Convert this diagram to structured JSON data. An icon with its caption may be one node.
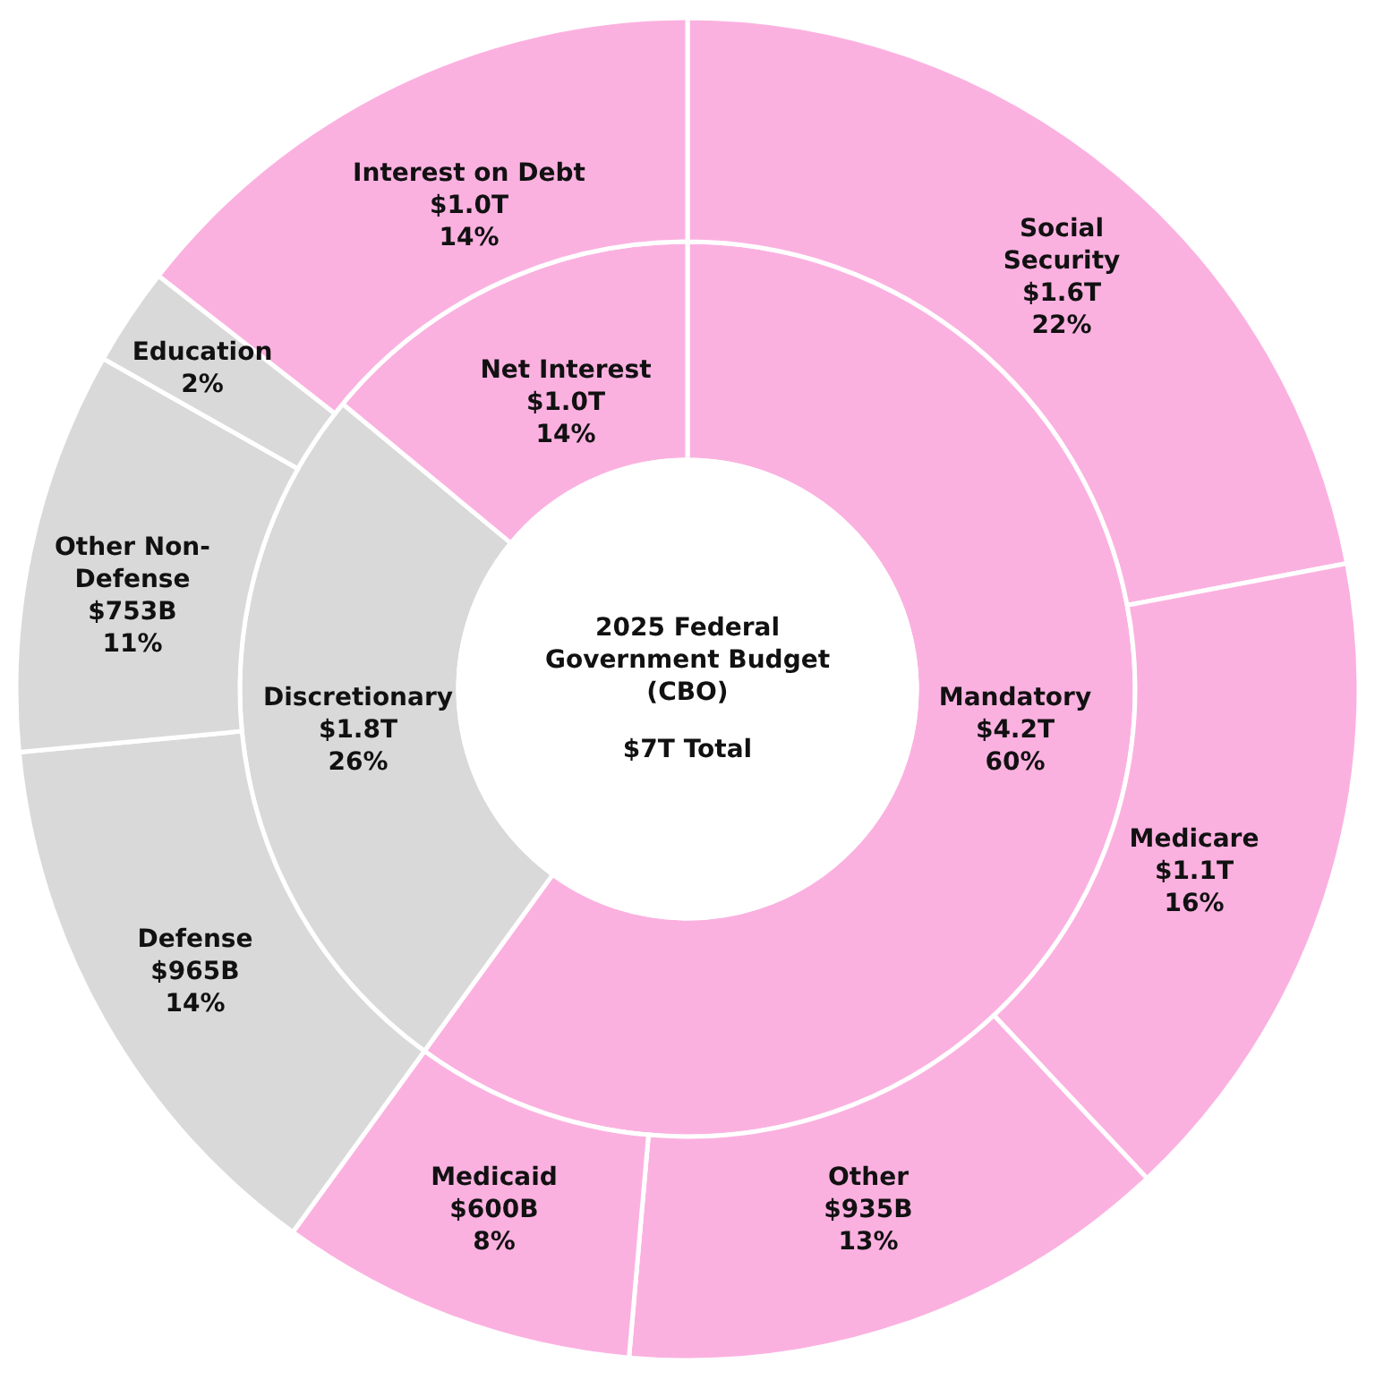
{
  "diagram": {
    "nodes": [
      {
        "text": [
          "2025 Federal Government Budget (CBO)",
          "$7T Total"
        ]
      },
      {
        "text": [
          "Mandatory",
          "$4.2T",
          "60%"
        ]
      },
      {
        "text": [
          "Discretionary",
          "$1.8T",
          "26%"
        ]
      },
      {
        "text": [
          "Net Interest",
          "$1.0T",
          "14%"
        ]
      },
      {
        "text": [
          "Social Security",
          "$1.6T",
          "22%"
        ]
      },
      {
        "text": [
          "Medicare",
          "$1.1T",
          "16%"
        ]
      },
      {
        "text": [
          "Other",
          "$935B",
          "13%"
        ]
      },
      {
        "text": [
          "Medicaid",
          "$600B",
          "8%"
        ]
      },
      {
        "text": [
          "Defense",
          "$965B",
          "14%"
        ]
      },
      {
        "text": [
          "Other Non-Defense",
          "$753B",
          "11%"
        ]
      },
      {
        "text": [
          "Education",
          "2%"
        ]
      },
      {
        "text": [
          "Interest on Debt",
          "$1.0T",
          "14%"
        ]
      }
    ]
  }
}
